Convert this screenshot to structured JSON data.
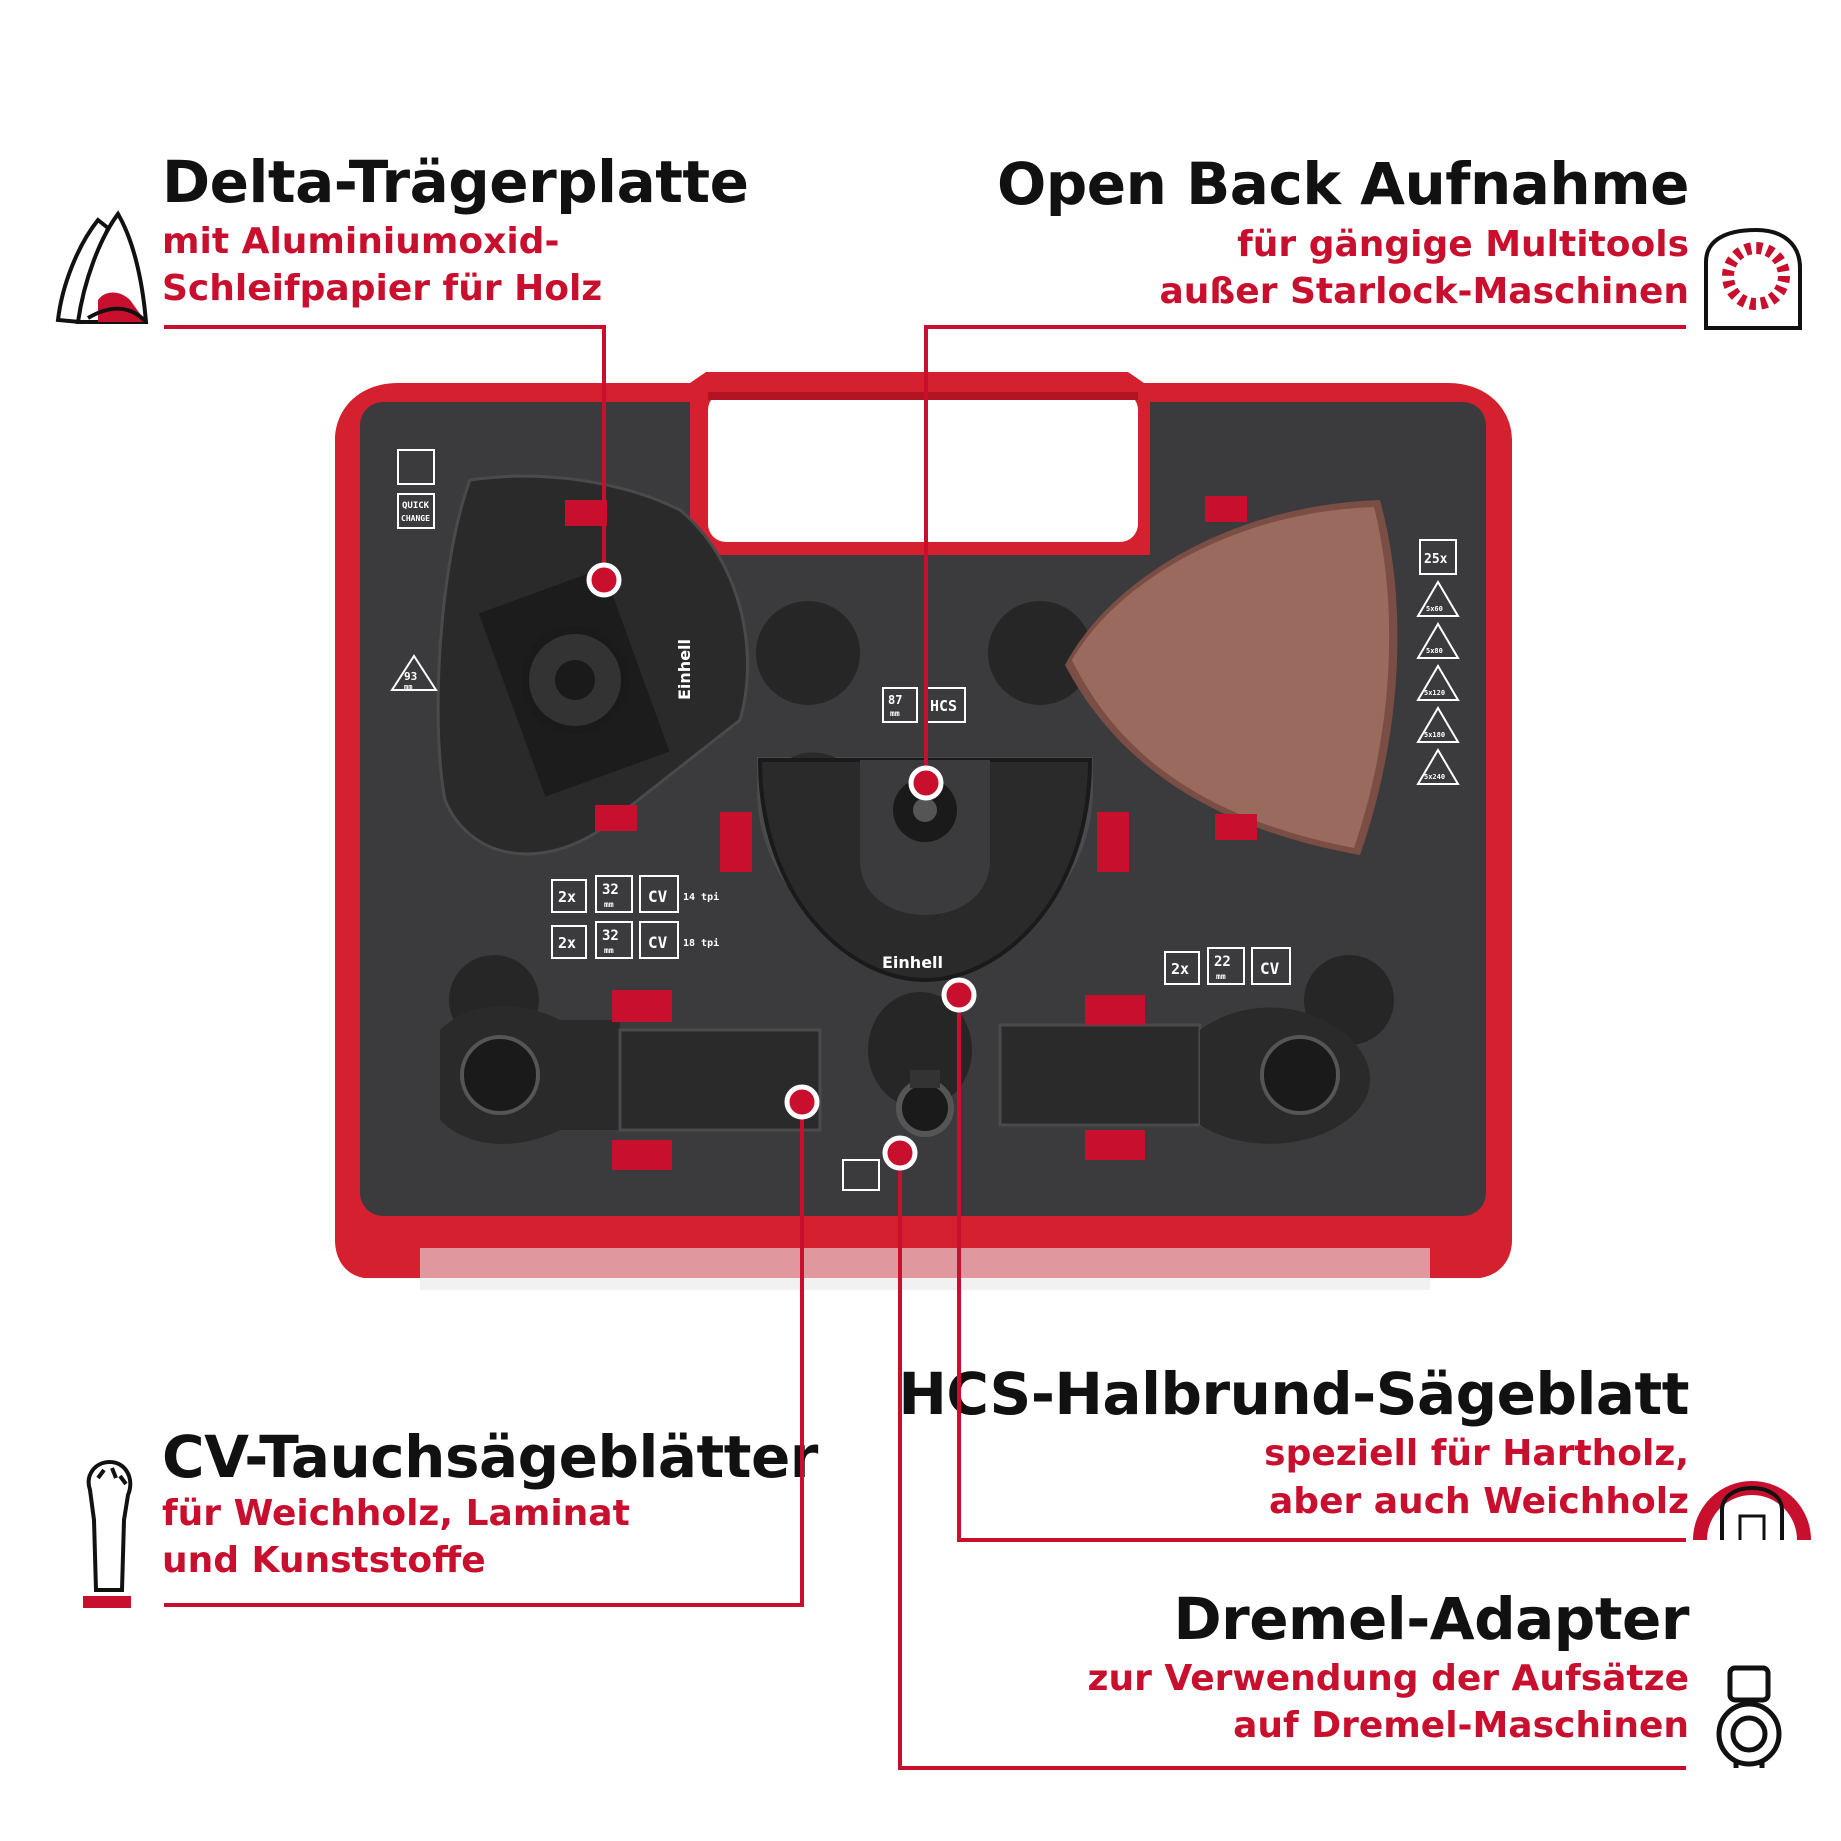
{
  "features": [
    {
      "title": "Delta-Trägerplatte",
      "line1": "mit Aluminiumoxid-",
      "line2": "Schleifpapier für Holz",
      "icon": "delta-sanding-plate-icon"
    },
    {
      "title": "Open Back Aufnahme",
      "line1": "für gängige Multitools",
      "line2": "außer Starlock-Maschinen",
      "icon": "open-back-mount-icon"
    },
    {
      "title": "CV-Tauchsägeblätter",
      "line1": "für Weichholz, Laminat",
      "line2": "und Kunststoffe",
      "icon": "plunge-saw-blade-icon"
    },
    {
      "title": "HCS-Halbrund-Sägeblatt",
      "line1": "speziell für Hartholz,",
      "line2": "aber auch Weichholz",
      "icon": "semicircle-saw-blade-icon"
    },
    {
      "title": "Dremel-Adapter",
      "line1": "zur Verwendung der Aufsätze",
      "line2": "auf Dremel-Maschinen",
      "icon": "dremel-adapter-icon"
    }
  ],
  "case_labels": {
    "quick_change": [
      "QUICK",
      "CHANGE"
    ],
    "delta_size": "93",
    "delta_unit": "mm",
    "hcs_size": "87",
    "hcs_unit": "mm",
    "hcs": "HCS",
    "sandpaper_count": "25x",
    "grits": [
      "5x60",
      "5x80",
      "5x120",
      "5x180",
      "5x240"
    ],
    "cv_row1": {
      "qty": "2x",
      "width": "32",
      "unit": "mm",
      "material": "CV",
      "tpi": "14 tpi"
    },
    "cv_row2": {
      "qty": "2x",
      "width": "32",
      "unit": "mm",
      "material": "CV",
      "tpi": "18 tpi"
    },
    "cv_small": {
      "qty": "2x",
      "width": "22",
      "unit": "mm",
      "material": "CV"
    },
    "brand": "Einhell"
  },
  "colors": {
    "accent": "#c8102e",
    "case_red": "#d4202f",
    "tray": "#3a3a3c",
    "title": "#111111"
  }
}
